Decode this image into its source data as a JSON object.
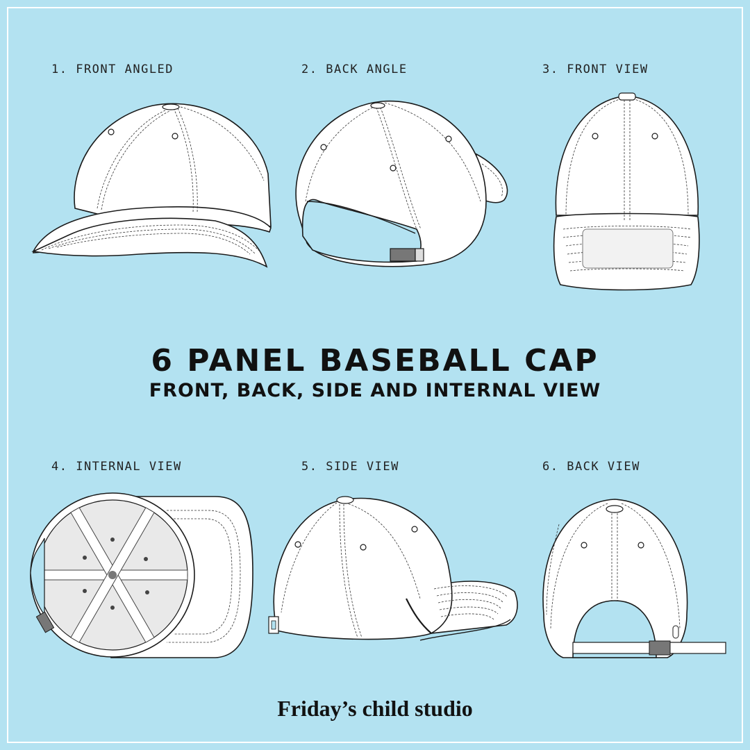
{
  "views": [
    {
      "label": "1. FRONT ANGLED"
    },
    {
      "label": "2. BACK ANGLE"
    },
    {
      "label": "3. FRONT VIEW"
    },
    {
      "label": "4. INTERNAL VIEW"
    },
    {
      "label": "5. SIDE VIEW"
    },
    {
      "label": "6. BACK VIEW"
    }
  ],
  "title": {
    "main": "6 PANEL BASEBALL CAP",
    "sub": "FRONT, BACK, SIDE AND INTERNAL VIEW"
  },
  "brand": "Friday’s child studio",
  "colors": {
    "background": "#b3e2f1",
    "cap_fill": "#ffffff",
    "outline": "#1a1a1a",
    "buckle": "#7a7a7a"
  }
}
